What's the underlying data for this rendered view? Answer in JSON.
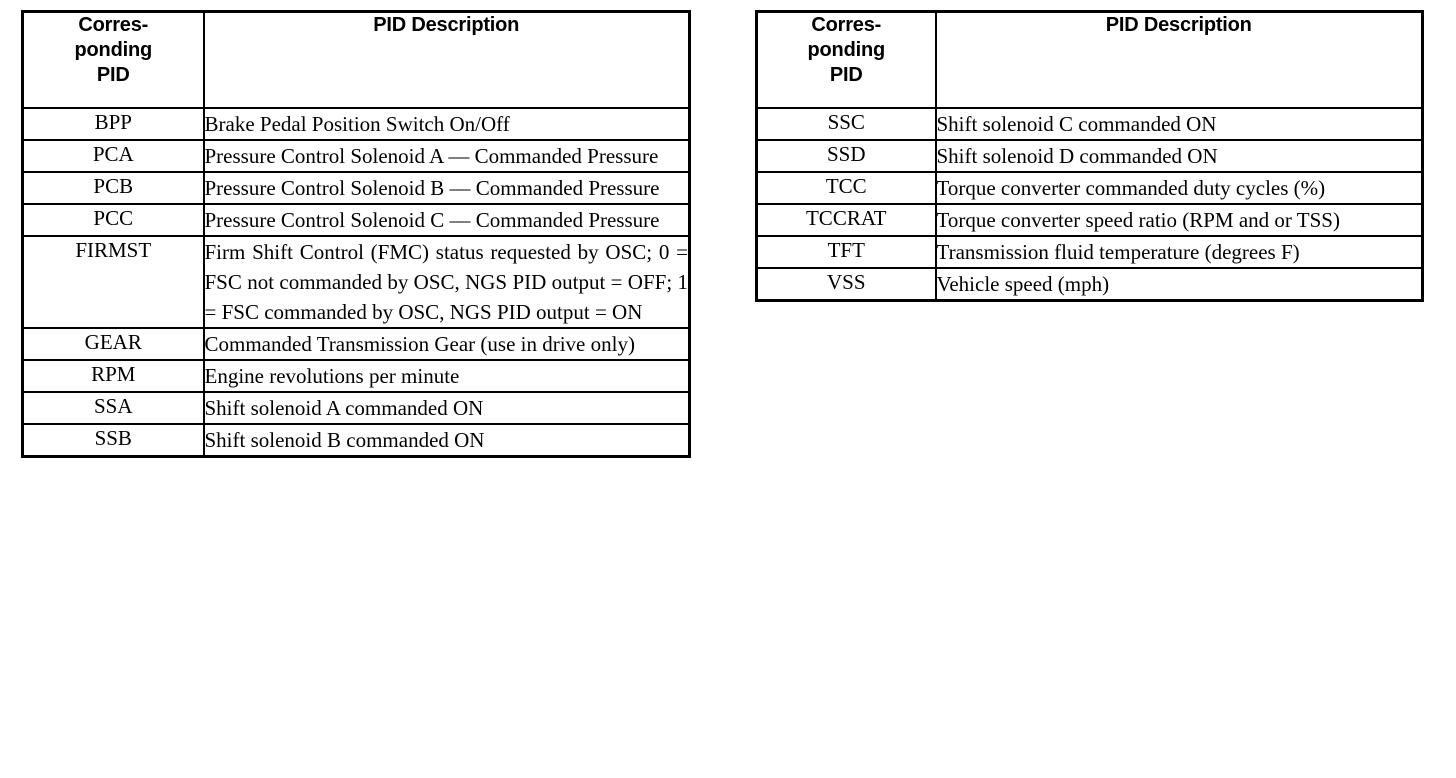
{
  "document": {
    "kind": "reference-table-page",
    "tables": [
      {
        "id": "left",
        "columns": [
          {
            "key": "pid",
            "header": "Corres-\nponding\nPID"
          },
          {
            "key": "desc",
            "header": "PID Description"
          }
        ],
        "rows": [
          {
            "pid": "BPP",
            "desc": "Brake Pedal Position Switch On/Off"
          },
          {
            "pid": "PCA",
            "desc": "Pressure Control Solenoid A — Commanded Pressure"
          },
          {
            "pid": "PCB",
            "desc": "Pressure Control Solenoid B — Commanded Pressure"
          },
          {
            "pid": "PCC",
            "desc": "Pressure Control Solenoid C — Commanded Pressure"
          },
          {
            "pid": "FIRMST",
            "desc": "Firm Shift Control (FMC) status requested by OSC; 0 = FSC not commanded by OSC, NGS PID output = OFF; 1 = FSC commanded by OSC, NGS PID output = ON"
          },
          {
            "pid": "GEAR",
            "desc": "Commanded Transmission Gear (use in drive only)"
          },
          {
            "pid": "RPM",
            "desc": "Engine revolutions per minute"
          },
          {
            "pid": "SSA",
            "desc": "Shift solenoid A commanded ON"
          },
          {
            "pid": "SSB",
            "desc": "Shift solenoid B commanded ON"
          }
        ]
      },
      {
        "id": "right",
        "columns": [
          {
            "key": "pid",
            "header": "Corres-\nponding\nPID"
          },
          {
            "key": "desc",
            "header": "PID Description"
          }
        ],
        "rows": [
          {
            "pid": "SSC",
            "desc": "Shift solenoid C commanded ON"
          },
          {
            "pid": "SSD",
            "desc": "Shift solenoid D commanded ON"
          },
          {
            "pid": "TCC",
            "desc": "Torque converter commanded duty cycles (%)"
          },
          {
            "pid": "TCCRAT",
            "desc": "Torque converter speed ratio (RPM and or TSS)"
          },
          {
            "pid": "TFT",
            "desc": "Transmission fluid temperature (degrees F)"
          },
          {
            "pid": "VSS",
            "desc": "Vehicle speed (mph)"
          }
        ]
      }
    ]
  },
  "colors": {
    "text": "#000000",
    "background": "#ffffff",
    "border": "#000000"
  }
}
